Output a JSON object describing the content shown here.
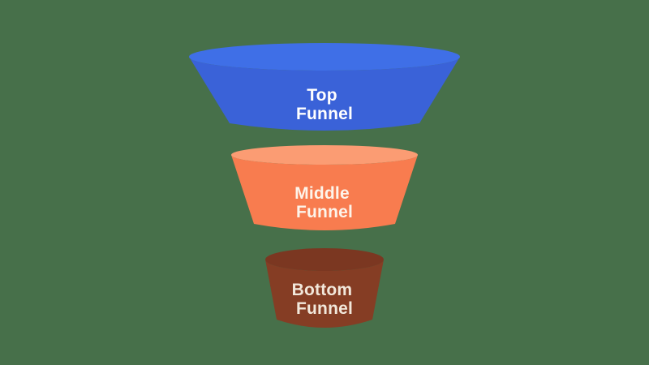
{
  "background_color": "#47704A",
  "chart_data": {
    "type": "funnel",
    "title": "",
    "orientation": "top-to-bottom",
    "stages": [
      {
        "id": "top-funnel",
        "line1": "Top",
        "line2": "Funnel",
        "full_label": "Top Funnel",
        "face_color": "#3F6FE7",
        "body_color": "#3A62D8",
        "text_color": "#FFFFFF",
        "relative_width": 1.0
      },
      {
        "id": "middle-funnel",
        "line1": "Middle",
        "line2": "Funnel",
        "full_label": "Middle Funnel",
        "face_color": "#FB9C73",
        "body_color": "#F87C4F",
        "text_color": "#FDF4EA",
        "relative_width": 0.69
      },
      {
        "id": "bottom-funnel",
        "line1": "Bottom",
        "line2": "Funnel",
        "full_label": "Bottom Funnel",
        "face_color": "#7B3721",
        "body_color": "#853D24",
        "text_color": "#F2E8DB",
        "relative_width": 0.44
      }
    ]
  }
}
